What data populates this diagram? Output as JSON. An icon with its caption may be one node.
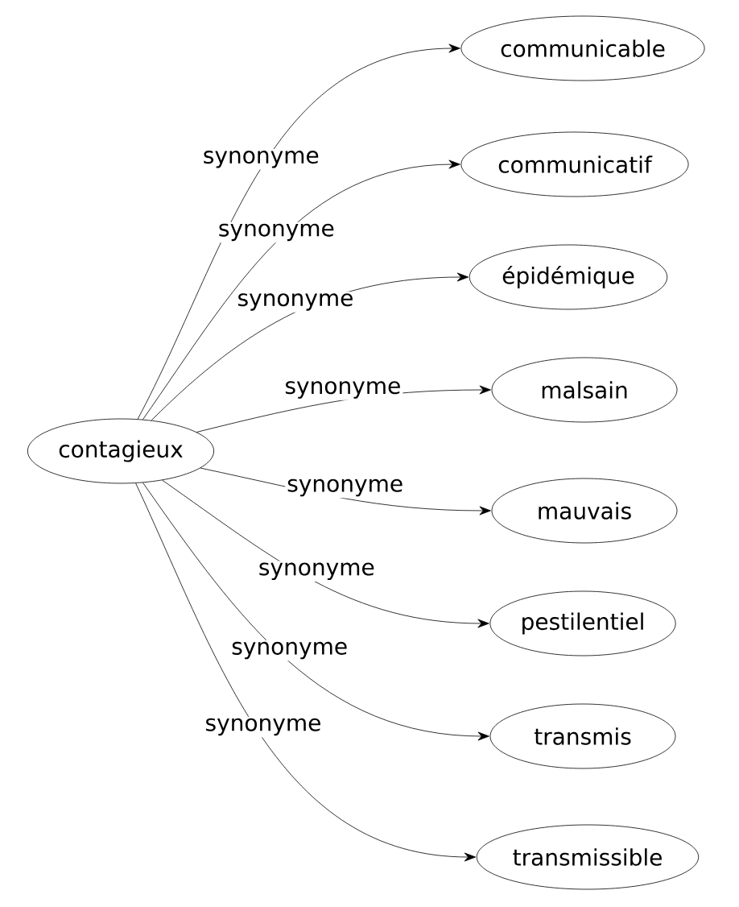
{
  "diagram": {
    "nodes": [
      {
        "text": [
          "contagieux"
        ]
      },
      {
        "text": [
          "communicable"
        ]
      },
      {
        "text": [
          "communicatif"
        ]
      },
      {
        "text": [
          "épidémique"
        ]
      },
      {
        "text": [
          "malsain"
        ]
      },
      {
        "text": [
          "mauvais"
        ]
      },
      {
        "text": [
          "pestilentiel"
        ]
      },
      {
        "text": [
          "transmis"
        ]
      },
      {
        "text": [
          "transmissible"
        ]
      }
    ],
    "edges": [
      {
        "from": 0,
        "to": 1,
        "arrow": "to",
        "label": "synonyme"
      },
      {
        "from": 0,
        "to": 2,
        "arrow": "to",
        "label": "synonyme"
      },
      {
        "from": 0,
        "to": 3,
        "arrow": "to",
        "label": "synonyme"
      },
      {
        "from": 0,
        "to": 4,
        "arrow": "to",
        "label": "synonyme"
      },
      {
        "from": 0,
        "to": 5,
        "arrow": "to",
        "label": "synonyme"
      },
      {
        "from": 0,
        "to": 6,
        "arrow": "to",
        "label": "synonyme"
      },
      {
        "from": 0,
        "to": 7,
        "arrow": "to",
        "label": "synonyme"
      },
      {
        "from": 0,
        "to": 8,
        "arrow": "to",
        "label": "synonyme"
      }
    ]
  }
}
